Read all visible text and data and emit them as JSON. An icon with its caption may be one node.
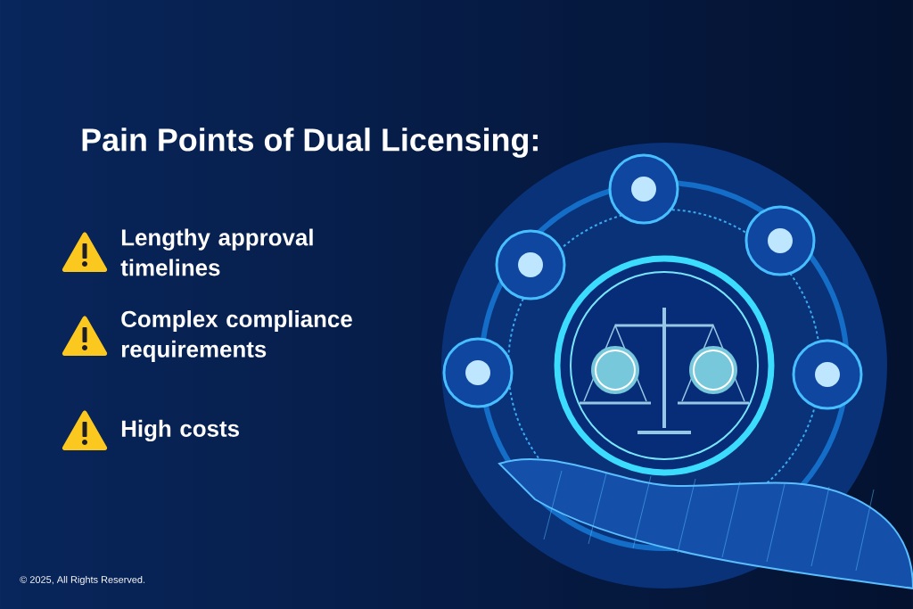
{
  "diagram": {
    "title": "Pain Points of Dual Licensing:",
    "labels": [
      "Lengthy approval timelines",
      "Complex compliance requirements",
      "High costs",
      "© 2025, All Rights Reserved."
    ]
  }
}
